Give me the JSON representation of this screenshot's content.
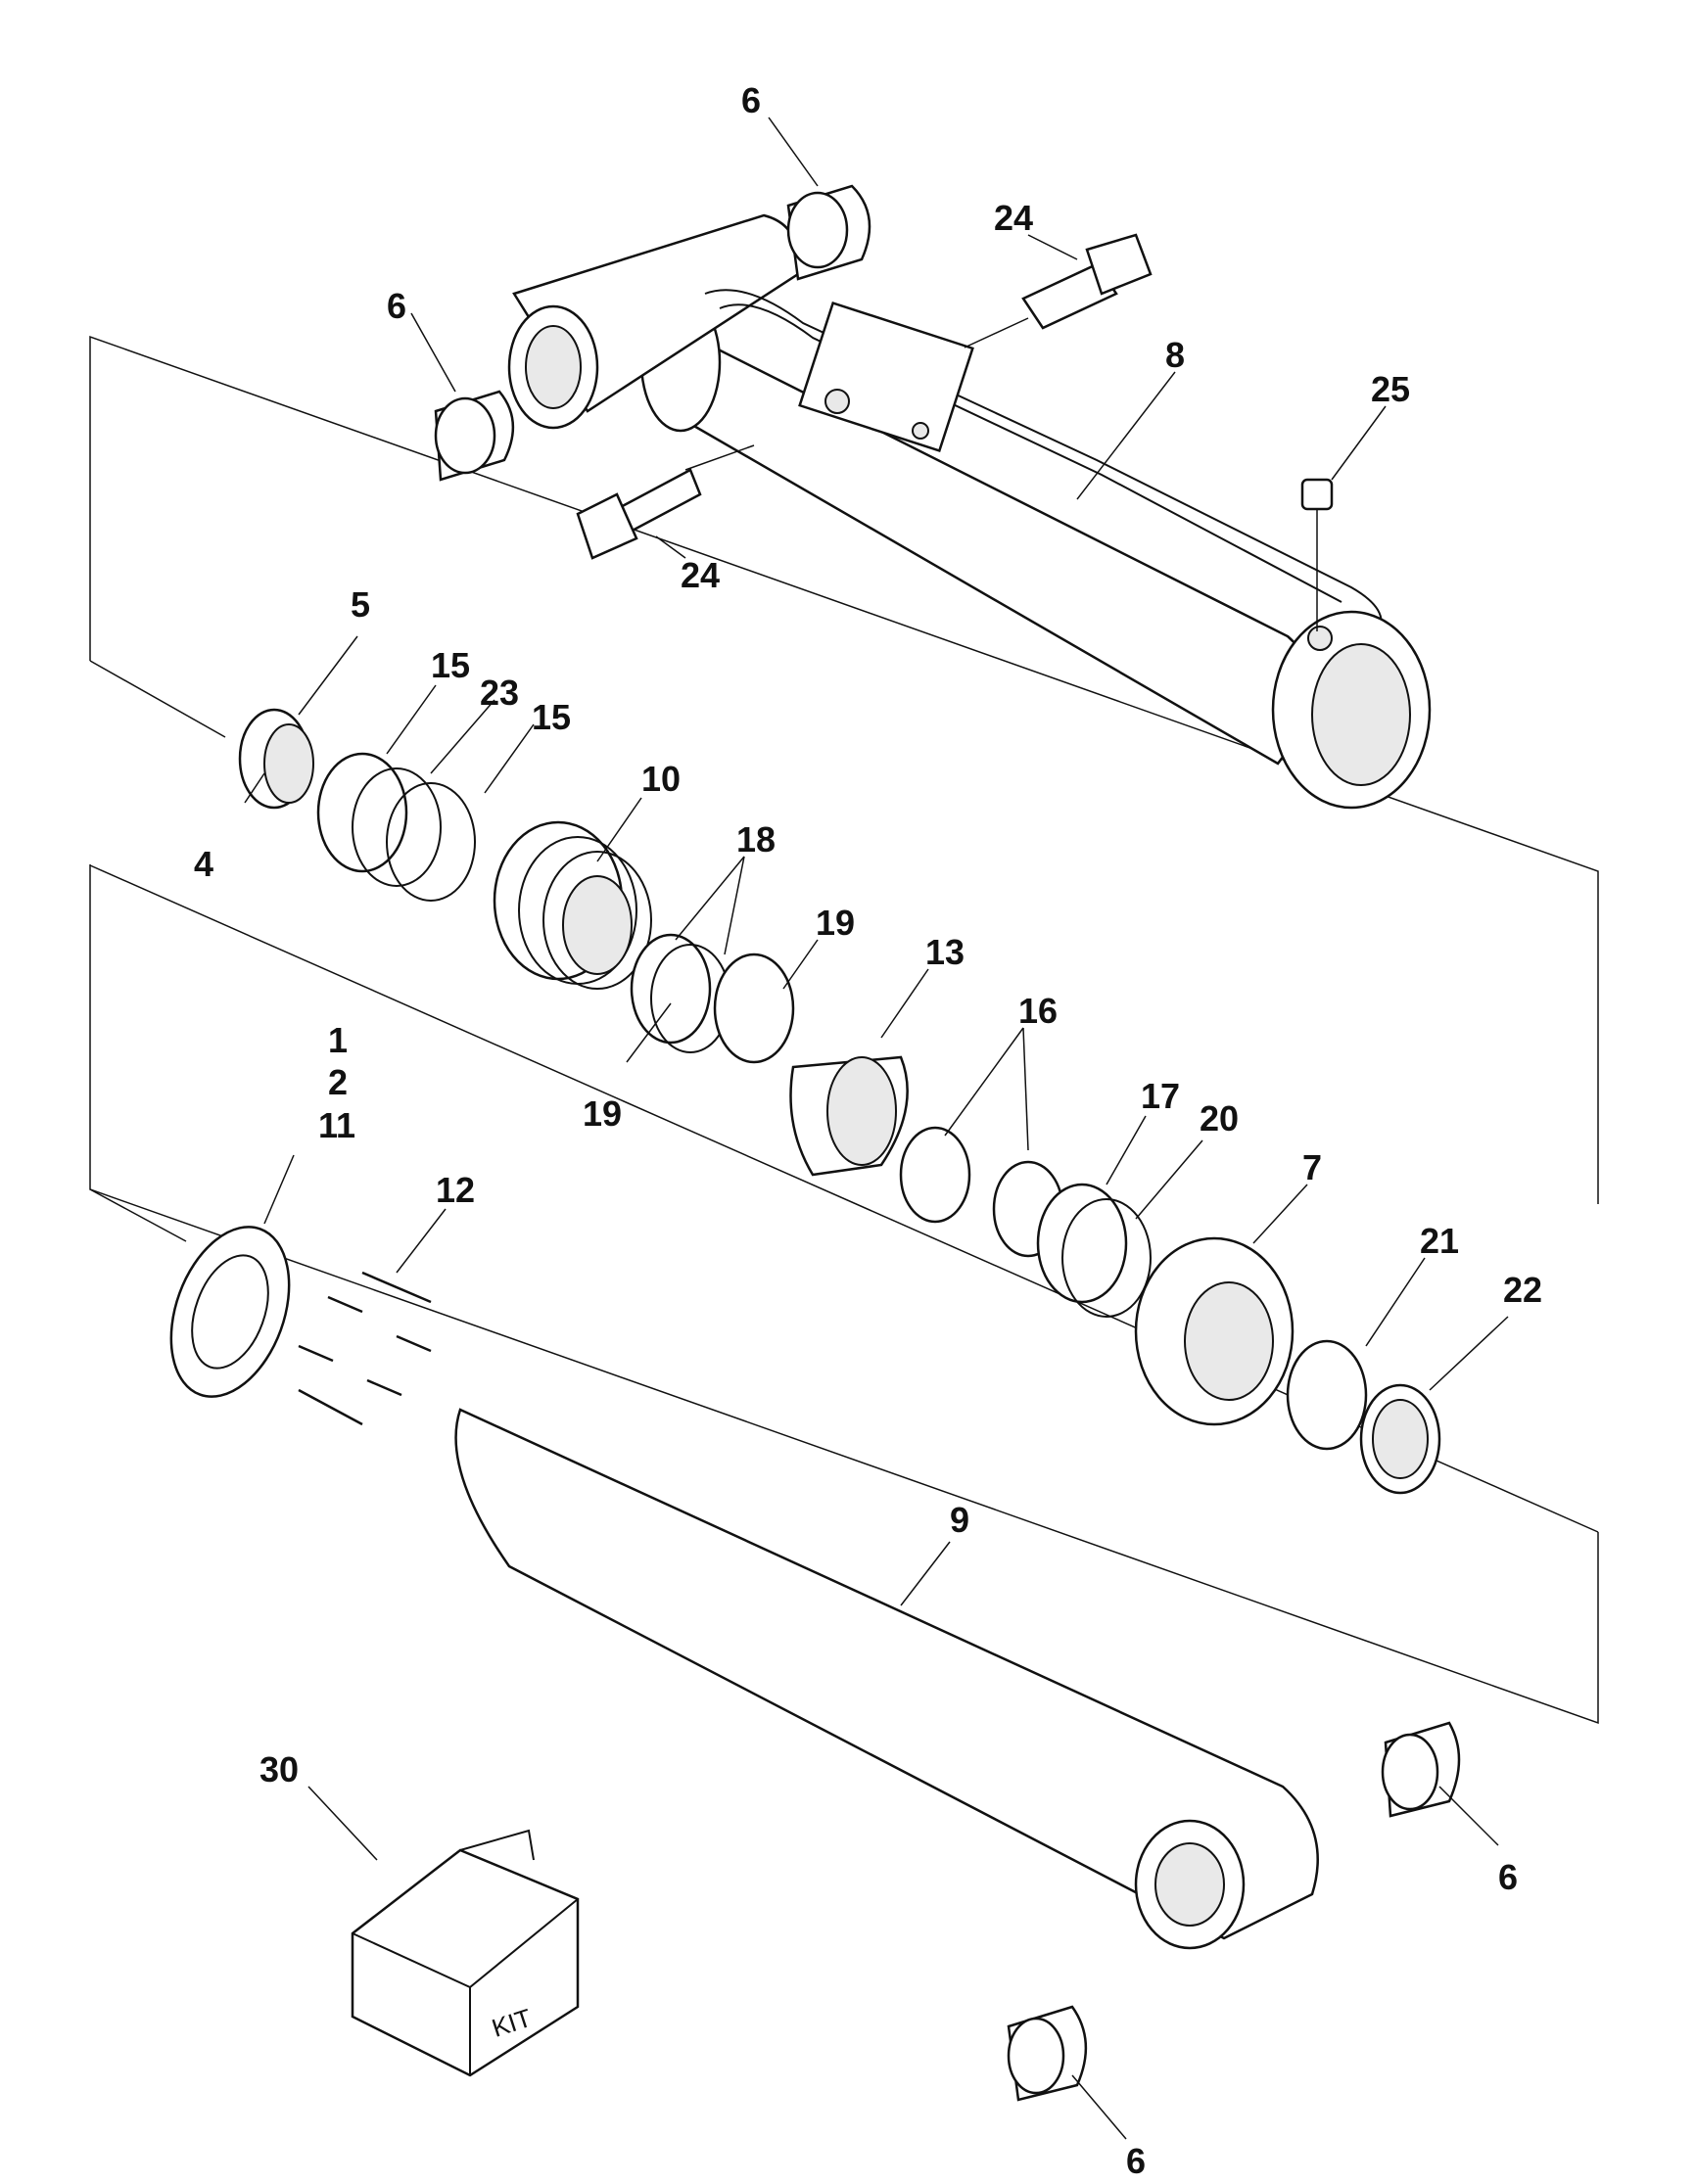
{
  "callouts": {
    "c6a": "6",
    "c6b": "6",
    "c6c": "6",
    "c6d": "6",
    "c24a": "24",
    "c24b": "24",
    "c8": "8",
    "c25": "25",
    "c5": "5",
    "c4": "4",
    "c15a": "15",
    "c23": "23",
    "c15b": "15",
    "c10": "10",
    "c18": "18",
    "c19a": "19",
    "c19b": "19",
    "c13": "13",
    "c16": "16",
    "c1": "1",
    "c2": "2",
    "c11": "11",
    "c12": "12",
    "c17": "17",
    "c20": "20",
    "c7": "7",
    "c21": "21",
    "c22": "22",
    "c9": "9",
    "c30": "30"
  },
  "kit_label": "KIT"
}
